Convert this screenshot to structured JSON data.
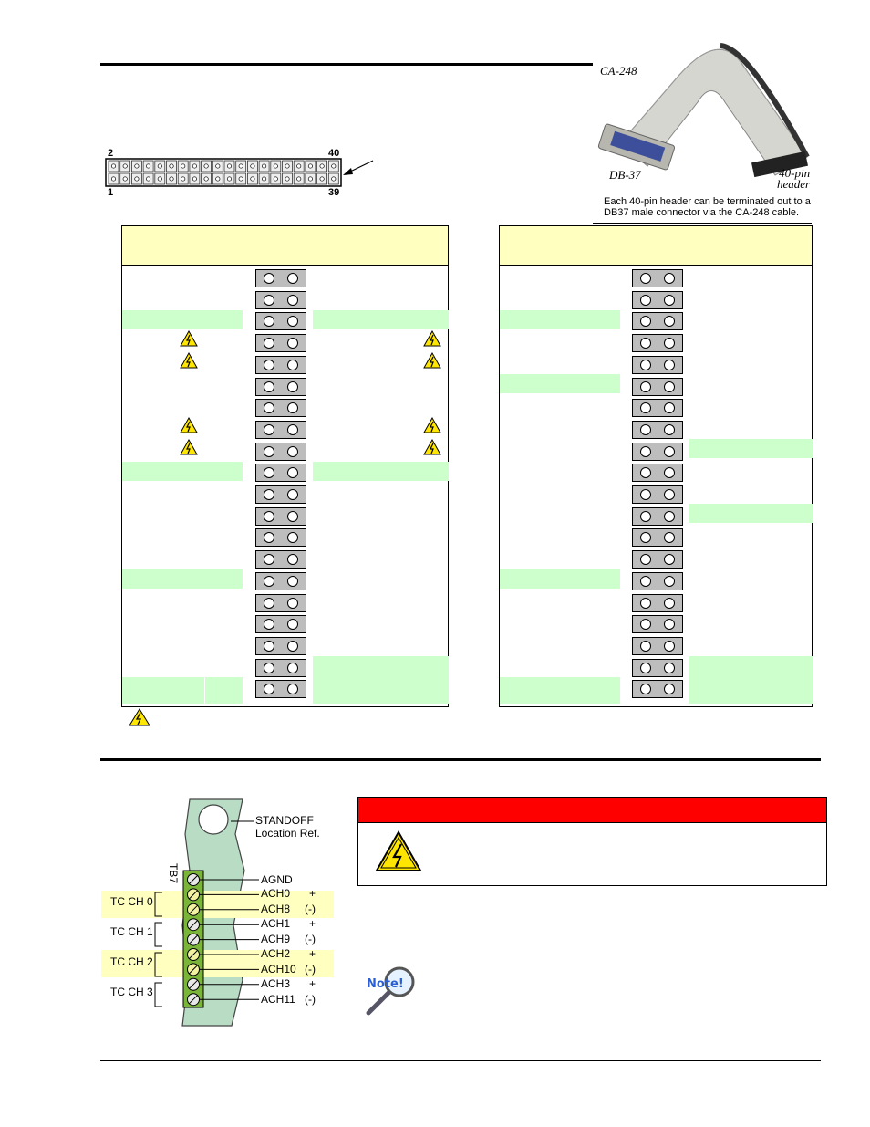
{
  "connector": {
    "pin_top_left": "2",
    "pin_top_right": "40",
    "pin_bottom_left": "1",
    "pin_bottom_right": "39"
  },
  "cable_photo": {
    "label_cable": "CA-248",
    "label_db37": "DB-37",
    "label_header": "40-pin\nheader",
    "caption": "Each 40-pin header can be terminated out to a DB37 male connector via the CA-248 cable."
  },
  "legend_icon": "high-voltage-warning-icon",
  "terminal_block": {
    "standoff_label": "STANDOFF",
    "standoff_sub": "Location Ref.",
    "block_id": "TB7",
    "agnd": "AGND",
    "channels": [
      {
        "name": "TC CH 0",
        "pos": "ACH0",
        "pos_sign": "+",
        "neg": "ACH8",
        "neg_sign": "(-)"
      },
      {
        "name": "TC CH 1",
        "pos": "ACH1",
        "pos_sign": "+",
        "neg": "ACH9",
        "neg_sign": "(-)"
      },
      {
        "name": "TC CH 2",
        "pos": "ACH2",
        "pos_sign": "+",
        "neg": "ACH10",
        "neg_sign": "(-)"
      },
      {
        "name": "TC CH 3",
        "pos": "ACH3",
        "pos_sign": "+",
        "neg": "ACH11",
        "neg_sign": "(-)"
      }
    ]
  },
  "warning_panel": {
    "icon": "high-voltage-warning-icon"
  },
  "note_icon": {
    "text": "Note!",
    "icon": "magnifier-icon"
  },
  "colors": {
    "warning_red": "#ff0000",
    "header_yellow": "#ffffc0",
    "row_green": "#ccffcc",
    "board_green": "#b8dcc4"
  }
}
